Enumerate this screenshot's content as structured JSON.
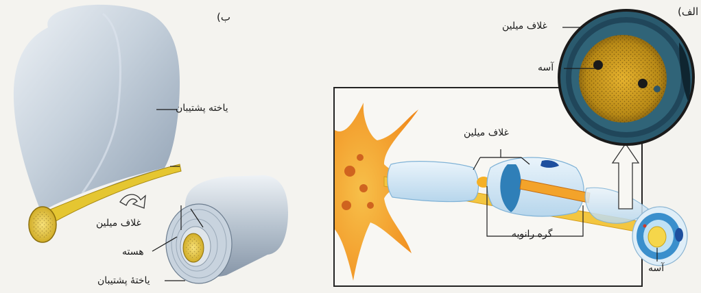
{
  "panel_b": {
    "tag": "ب)",
    "labels": {
      "supporting_cell": "یاخته پشتیبان",
      "myelin_sheath": "غلاف میلین",
      "nucleus": "هسته",
      "supporting_cell_bottom": "یاختهٔ پشتیبان"
    }
  },
  "panel_a": {
    "tag": "الف)",
    "labels": {
      "myelin_sheath_top": "غلاف میلین",
      "axon_top": "آسه",
      "myelin_sheath_mid": "غلاف میلین",
      "node_of_ranvier": "گره رانویه",
      "axon_bottom": "آسه"
    }
  },
  "colors": {
    "background": "#f4f3ef",
    "supporting_cell": "#b9c6d4",
    "axon_yellow": "#e8c832",
    "myelin_blue": "#2f7fb8",
    "neuron_orange": "#f0a020",
    "cross_section_ring": "#1f4f6a",
    "frame": "#222222"
  }
}
